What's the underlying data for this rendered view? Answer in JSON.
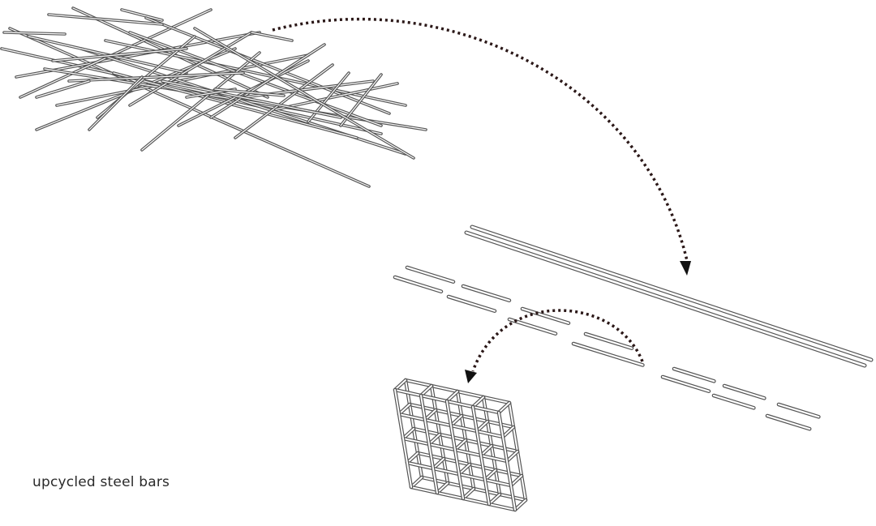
{
  "caption": "upcycled steel bars",
  "colors": {
    "bar_outline": "#555555",
    "bar_fill": "#ffffff",
    "arrow": "#2b1818",
    "background": "#ffffff"
  },
  "elements": {
    "scrap_pile": "pile of scattered steel bars",
    "straight_bars": "straightened long steel bars",
    "cut_bars": "cut steel bar segments",
    "grid_module": "welded steel grid module",
    "arrow_1": "dotted arrow from pile to straightened bars",
    "arrow_2": "dotted arrow from cut bars to grid module"
  }
}
